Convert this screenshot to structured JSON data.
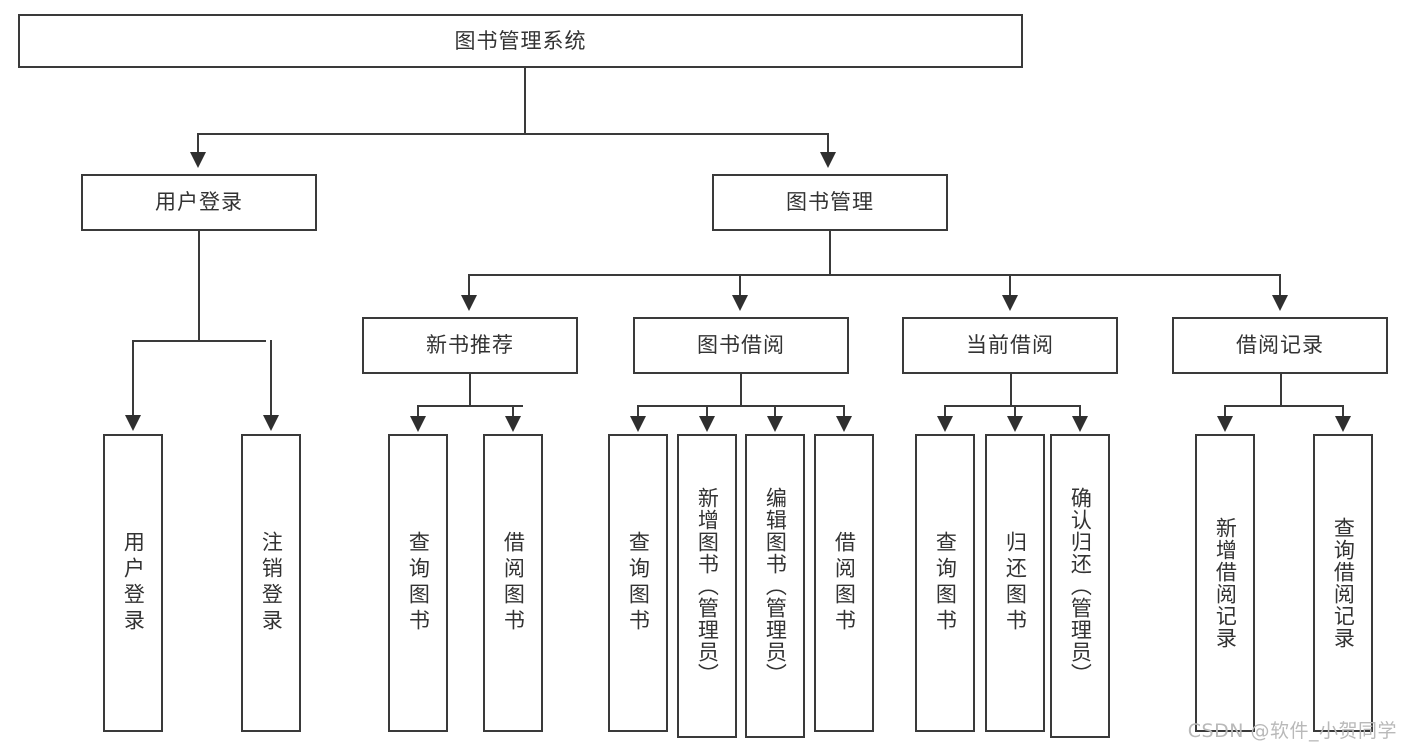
{
  "diagram": {
    "title": "图书管理系统",
    "type": "tree",
    "watermark": "CSDN @软件_小贺同学",
    "colors": {
      "box_border": "#3a3a3a",
      "connector": "#3a3a3a",
      "text": "#333333",
      "background": "#ffffff",
      "watermark": "#b9b9b9"
    }
  },
  "nodes": {
    "root": {
      "label": "图书管理系统"
    },
    "level1": [
      {
        "label": "用户登录"
      },
      {
        "label": "图书管理"
      }
    ],
    "level2": [
      {
        "label": "新书推荐"
      },
      {
        "label": "图书借阅"
      },
      {
        "label": "当前借阅"
      },
      {
        "label": "借阅记录"
      }
    ],
    "leaves": {
      "user_login": [
        {
          "label": "用户登录"
        },
        {
          "label": "注销登录"
        }
      ],
      "new_book_recommend": [
        {
          "label": "查询图书"
        },
        {
          "label": "借阅图书"
        }
      ],
      "book_borrow": [
        {
          "label": "查询图书"
        },
        {
          "label": "新增图书（管理员）"
        },
        {
          "label": "编辑图书（管理员）"
        },
        {
          "label": "借阅图书"
        }
      ],
      "current_borrow": [
        {
          "label": "查询图书"
        },
        {
          "label": "归还图书"
        },
        {
          "label": "确认归还（管理员）"
        }
      ],
      "borrow_record": [
        {
          "label": "新增借阅记录"
        },
        {
          "label": "查询借阅记录"
        }
      ]
    }
  }
}
